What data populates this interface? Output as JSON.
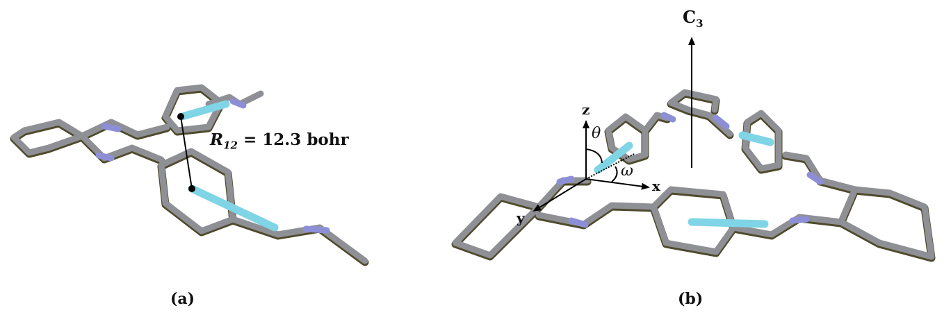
{
  "panels": [
    {
      "label": "(a)",
      "distance_symbol": "R",
      "distance_subscript": "12",
      "distance_value": "= 12.3 bohr"
    },
    {
      "label": "(b)",
      "symmetry_axis_base": "C",
      "symmetry_axis_sub": "3",
      "axes": {
        "x": "x",
        "y": "y",
        "z": "z"
      },
      "angles": {
        "theta": "θ",
        "omega": "ω"
      }
    }
  ],
  "colors": {
    "carbon": "#8f9095",
    "carbon_shadow": "#4e4a2c",
    "nitrogen": "#8d8fd6",
    "highlight": "#7fd4e6",
    "arrow": "#000000"
  }
}
